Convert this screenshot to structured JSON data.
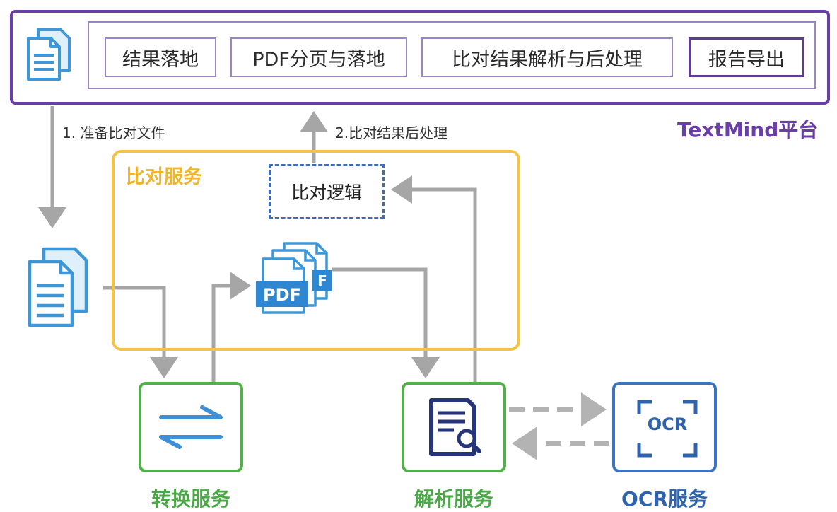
{
  "platform": {
    "name": "TextMind平台",
    "steps": [
      {
        "label": "结果落地"
      },
      {
        "label": "PDF分页与落地"
      },
      {
        "label": "比对结果解析与后处理"
      },
      {
        "label": "报告导出"
      }
    ]
  },
  "flow": {
    "step1": "1. 准备比对文件",
    "step2": "2.比对结果后处理"
  },
  "compare_service": {
    "title": "比对服务",
    "logic": "比对逻辑",
    "pdf_badge": "PDF",
    "pdf_back_badge": "F"
  },
  "services": {
    "convert": "转换服务",
    "parse": "解析服务",
    "ocr": "OCR服务",
    "ocr_icon_text": "OCR"
  },
  "colors": {
    "platform": "#6a3ea8",
    "compare": "#f5c242",
    "green": "#52b04a",
    "blue": "#3a74c0",
    "arrow": "#a6a6a6"
  },
  "icons": [
    "document-icon",
    "pdf-icon",
    "convert-arrows-icon",
    "parse-doc-search-icon",
    "ocr-scan-icon"
  ]
}
